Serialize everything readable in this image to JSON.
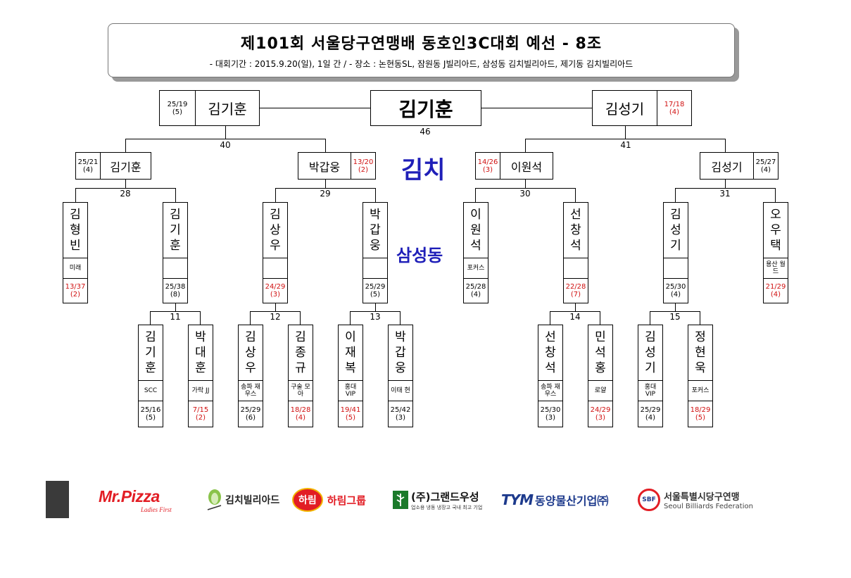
{
  "title": "제101회 서울당구연맹배 동호인3C대회 예선 - 8조",
  "subtitle": "- 대회기간 : 2015.9.20(일), 1일 간 / - 장소 : 논현동SL, 잠원동 J빌리아드, 삼성동 김치빌리아드, 제기동 김치빌리아드",
  "watermark_1": "김치",
  "watermark_2": "삼성동",
  "final": {
    "winner": "김기훈",
    "match_no": "46"
  },
  "semis": [
    {
      "name": "김기훈",
      "score": "25/19",
      "inn": "(5)",
      "match_no": "40"
    },
    {
      "name": "김성기",
      "score": "17/18",
      "inn": "(4)",
      "match_no": "41"
    }
  ],
  "r2": [
    {
      "name": "김기훈",
      "score": "25/21",
      "inn": "(4)",
      "match_no": "28"
    },
    {
      "name": "박갑웅",
      "score": "13/20",
      "inn": "(2)",
      "match_no": "29"
    },
    {
      "name": "이원석",
      "score": "14/26",
      "inn": "(3)",
      "match_no": "30"
    },
    {
      "name": "김성기",
      "score": "25/27",
      "inn": "(4)",
      "match_no": "31"
    }
  ],
  "r1": [
    {
      "name": "김형빈",
      "club": "미래",
      "score": "13/37",
      "inn": "(2)"
    },
    {
      "name": "김기훈",
      "club": "",
      "score": "25/38",
      "inn": "(8)"
    },
    {
      "name": "김상우",
      "club": "",
      "score": "24/29",
      "inn": "(3)"
    },
    {
      "name": "박갑웅",
      "club": "",
      "score": "25/29",
      "inn": "(5)"
    },
    {
      "name": "이원석",
      "club": "포커스",
      "score": "25/28",
      "inn": "(4)"
    },
    {
      "name": "선창석",
      "club": "",
      "score": "22/28",
      "inn": "(7)"
    },
    {
      "name": "김성기",
      "club": "",
      "score": "25/30",
      "inn": "(4)"
    },
    {
      "name": "오우택",
      "club": "용산 월드",
      "score": "21/29",
      "inn": "(4)"
    }
  ],
  "r0_matches": [
    "11",
    "12",
    "13",
    "14",
    "15"
  ],
  "r0": [
    {
      "name": "김기훈",
      "club": "SCC",
      "score": "25/16",
      "inn": "(5)"
    },
    {
      "name": "박대훈",
      "club": "가락 JJ",
      "score": "7/15",
      "inn": "(2)"
    },
    {
      "name": "김상우",
      "club": "송파 재우스",
      "score": "25/29",
      "inn": "(6)"
    },
    {
      "name": "김종규",
      "club": "구술 모아",
      "score": "18/28",
      "inn": "(4)"
    },
    {
      "name": "이재복",
      "club": "홍대 VIP",
      "score": "19/41",
      "inn": "(5)"
    },
    {
      "name": "박갑웅",
      "club": "이태 현",
      "score": "25/42",
      "inn": "(3)"
    },
    {
      "name": "선창석",
      "club": "송파 재우스",
      "score": "25/30",
      "inn": "(3)"
    },
    {
      "name": "민석홍",
      "club": "로얄",
      "score": "24/29",
      "inn": "(3)"
    },
    {
      "name": "김성기",
      "club": "홍대 VIP",
      "score": "25/29",
      "inn": "(4)"
    },
    {
      "name": "정현욱",
      "club": "포커스",
      "score": "18/29",
      "inn": "(5)"
    }
  ],
  "sponsors": {
    "mrpizza": "Mr.Pizza",
    "mrpizza_sub": "Ladies First",
    "kimchi": "김치빌리아드",
    "harim_badge": "하림",
    "harim": "하림그룹",
    "grand": "(주)그랜드우성",
    "grand_sub": "업소용 냉동 냉장고 국내 최고 기업",
    "tym": "TYM",
    "tym_name": "동양물산기업㈜",
    "sbf_badge": "SBF",
    "sbf_kr": "서울특별시당구연맹",
    "sbf_en": "Seoul Billiards Federation"
  },
  "colors": {
    "loser": "#d01010",
    "watermark": "#1f1fb8",
    "mrpizza": "#e21d24",
    "tym": "#1d3a8c",
    "grand": "#1a7a2a"
  }
}
